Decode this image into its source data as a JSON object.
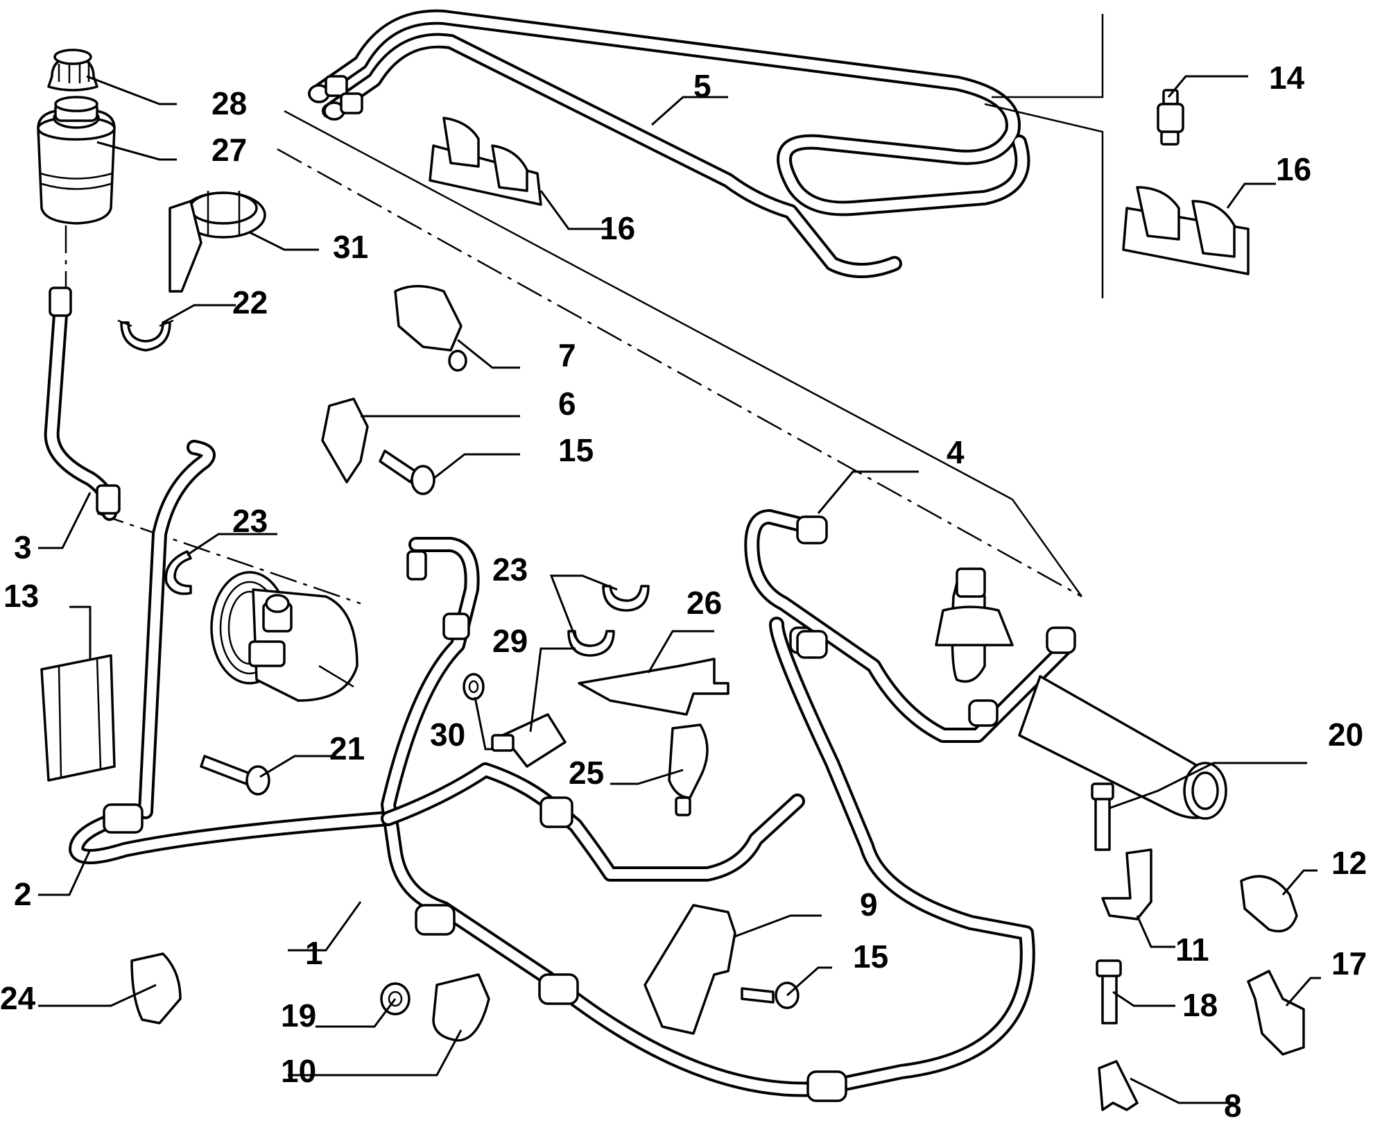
{
  "diagram": {
    "callouts": [
      "1",
      "2",
      "3",
      "4",
      "5",
      "6",
      "7",
      "8",
      "9",
      "10",
      "11",
      "12",
      "13",
      "14",
      "15",
      "15",
      "16",
      "16",
      "17",
      "18",
      "19",
      "20",
      "21",
      "22",
      "23",
      "23",
      "24",
      "25",
      "26",
      "27",
      "28",
      "29",
      "30",
      "31"
    ],
    "colors": {
      "line": "#000000",
      "background": "#ffffff"
    }
  }
}
